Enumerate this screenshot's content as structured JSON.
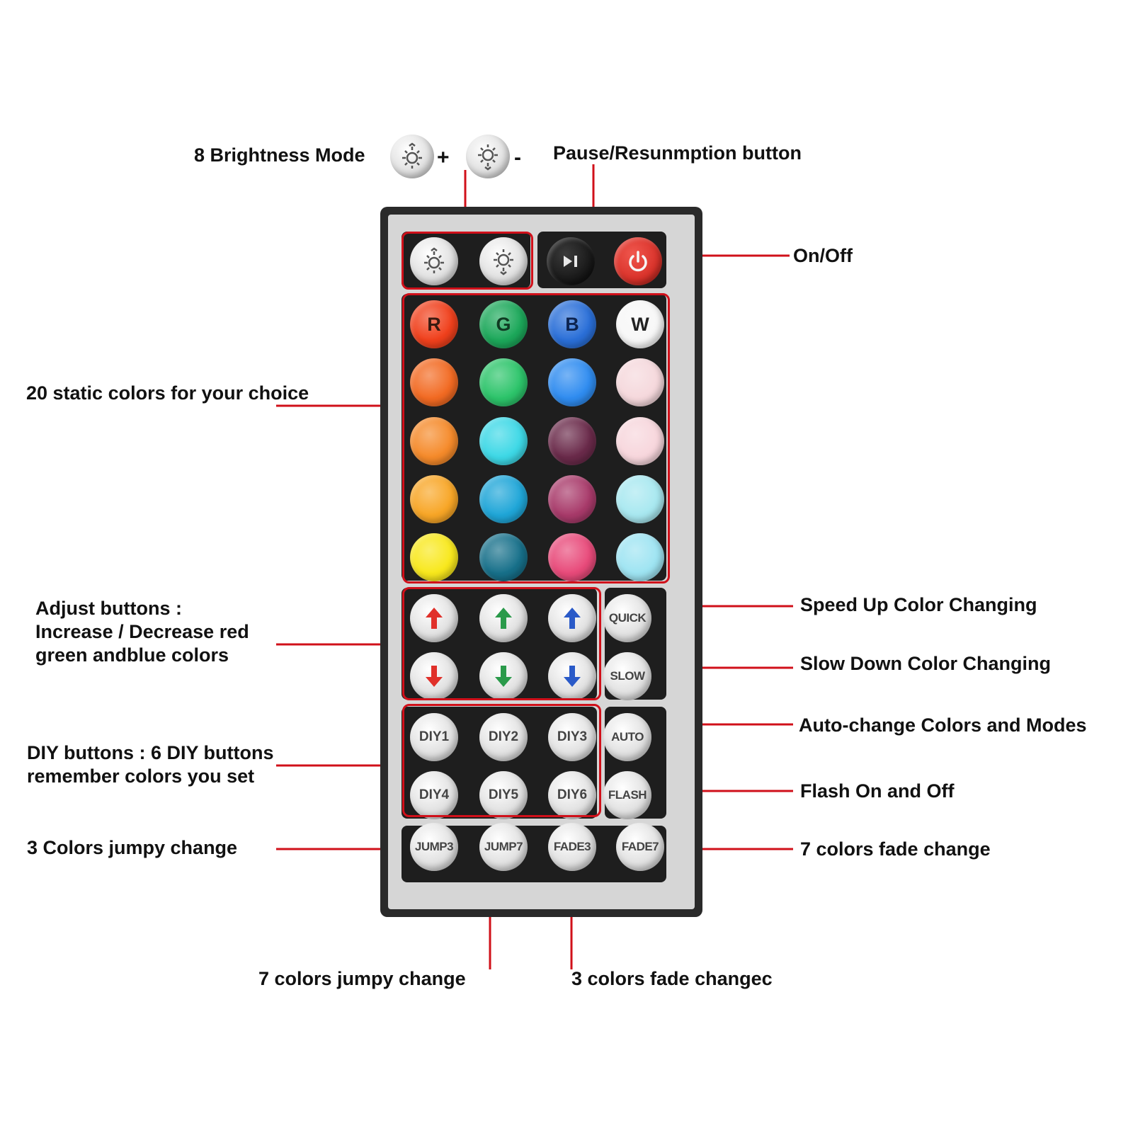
{
  "labels": {
    "brightness_mode": "8 Brightness Mode",
    "brightness_plus": "+",
    "brightness_minus": "-",
    "pause": "Pause/Resunmption button",
    "onoff": "On/Off",
    "static_colors": "20 static colors for your choice",
    "adjust": "Adjust buttons :\nIncrease / Decrease red\ngreen andblue colors",
    "diy": "DIY buttons : 6 DIY buttons\nremember colors you set",
    "jump3": "3 Colors jumpy change",
    "jump7": "7 colors jumpy change",
    "fade3": "3 colors fade changec",
    "speed_up": "Speed Up Color Changing",
    "slow_down": "Slow Down Color Changing",
    "auto": "Auto-change Colors and Modes",
    "flash": "Flash On and Off",
    "fade7": "7 colors fade change"
  },
  "color_buttons": [
    {
      "label": "R",
      "color": "#f0401c",
      "text": "#3a1a10"
    },
    {
      "label": "G",
      "color": "#1ca85a",
      "text": "#0f3a22"
    },
    {
      "label": "B",
      "color": "#2a6fd8",
      "text": "#0d2450"
    },
    {
      "label": "W",
      "color": "#f7f7f7",
      "text": "#222222"
    },
    {
      "label": "",
      "color": "#f26a22"
    },
    {
      "label": "",
      "color": "#2cc46a"
    },
    {
      "label": "",
      "color": "#2f8cf0"
    },
    {
      "label": "",
      "color": "#f5d8dc"
    },
    {
      "label": "",
      "color": "#f58a2a"
    },
    {
      "label": "",
      "color": "#3dd8e6"
    },
    {
      "label": "",
      "color": "#6a2a4a"
    },
    {
      "label": "",
      "color": "#f7d6dc"
    },
    {
      "label": "",
      "color": "#f8a626"
    },
    {
      "label": "",
      "color": "#1fa6d8"
    },
    {
      "label": "",
      "color": "#a83a6a"
    },
    {
      "label": "",
      "color": "#a8e8f0"
    },
    {
      "label": "",
      "color": "#f8e81c"
    },
    {
      "label": "",
      "color": "#17708a"
    },
    {
      "label": "",
      "color": "#e84a7a"
    },
    {
      "label": "",
      "color": "#9ee4f2"
    }
  ],
  "adjust_buttons": [
    {
      "direction": "up",
      "color": "#e0302a"
    },
    {
      "direction": "up",
      "color": "#2a9a4a"
    },
    {
      "direction": "up",
      "color": "#2a5ac8"
    },
    {
      "direction": "down",
      "color": "#e0302a"
    },
    {
      "direction": "down",
      "color": "#2a9a4a"
    },
    {
      "direction": "down",
      "color": "#2a5ac8"
    }
  ],
  "diy_buttons": [
    "DIY1",
    "DIY2",
    "DIY3",
    "DIY4",
    "DIY5",
    "DIY6"
  ],
  "side_buttons": [
    "QUICK",
    "SLOW",
    "AUTO",
    "FLASH"
  ],
  "bottom_buttons": [
    "JUMP3",
    "JUMP7",
    "FADE3",
    "FADE7"
  ],
  "icons": {
    "brightness_up": "sun-up-icon",
    "brightness_down": "sun-down-icon",
    "play_pause": "play-pause-icon",
    "power": "power-icon"
  },
  "colors": {
    "callout_red": "#d0101a",
    "power_button": "#d9322a",
    "remote_body": "#2a2a2a"
  }
}
